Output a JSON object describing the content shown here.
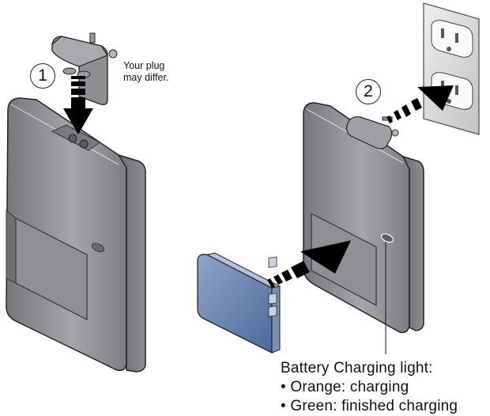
{
  "diagram": {
    "steps": [
      {
        "number": "1",
        "note_lines": [
          "Your plug",
          "may differ."
        ]
      },
      {
        "number": "2"
      }
    ],
    "legend": {
      "title": "Battery Charging light:",
      "items": [
        {
          "bullet": "•",
          "text": "Orange: charging"
        },
        {
          "bullet": "•",
          "text": "Green: finished charging"
        }
      ]
    },
    "colors": {
      "charger_body": "#8a8b8e",
      "battery": "#5f7fae",
      "outlet_plate": "#d6d7d9",
      "arrow": "#000000"
    }
  }
}
